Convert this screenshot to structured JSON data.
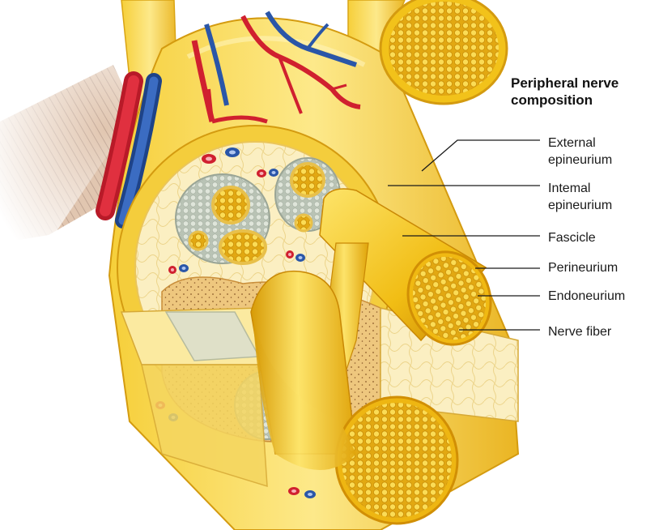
{
  "figure": {
    "title": "Peripheral nerve composition",
    "labels": {
      "external_epineurium": "External epineurium",
      "internal_epineurium": "Intemal epineurium",
      "fascicle": "Fascicle",
      "perineurium": "Perineurium",
      "endoneurium": "Endoneurium",
      "nerve_fiber": "Nerve fiber"
    }
  },
  "colors": {
    "nerve_gold": "#f2c21a",
    "nerve_light": "#fbe27a",
    "epineurium_cream": "#fbefc2",
    "perineurium_gray": "#c9d2c4",
    "artery_red": "#d0202f",
    "vein_blue": "#2a56a8",
    "muscle_brown": "#b0794e"
  }
}
